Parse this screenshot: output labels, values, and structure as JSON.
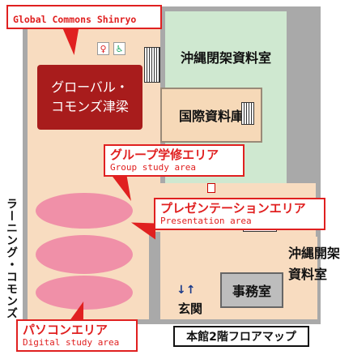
{
  "callouts": {
    "global_commons": {
      "text": "Global Commons Shinryo"
    },
    "group_study": {
      "jp": "グループ学修エリア",
      "en": "Group study area"
    },
    "presentation": {
      "jp": "プレゼンテーションエリア",
      "en": "Presentation area"
    },
    "digital_study": {
      "jp": "パソコンエリア",
      "en": "Digital study area"
    }
  },
  "rooms": {
    "global_commons_shinryo": "グローバル・コモンズ津梁",
    "okinawa_closed_stacks": "沖縄閉架資料室",
    "international_library": "国際資料庫",
    "okinawa_open_stacks": "沖縄開架資料室",
    "office": "事務室",
    "entrance": "玄関"
  },
  "side_label": "ラーニング・コモンズ",
  "map_title": "本館2階フロアマップ",
  "icons": [
    "toilet-icon",
    "accessible-toilet-icon",
    "stairs-icon",
    "elevator-icon",
    "entrance-arrows-icon"
  ],
  "colors": {
    "floor": "#f8dcc0",
    "closed_stacks": "#cfe8d0",
    "international_library": "#f6d9b8",
    "global_commons_room": "#a81c1c",
    "study_area": "#f090a8",
    "office": "#bdbdbd",
    "corridor": "#a9a9a9",
    "accent": "#e02020"
  }
}
